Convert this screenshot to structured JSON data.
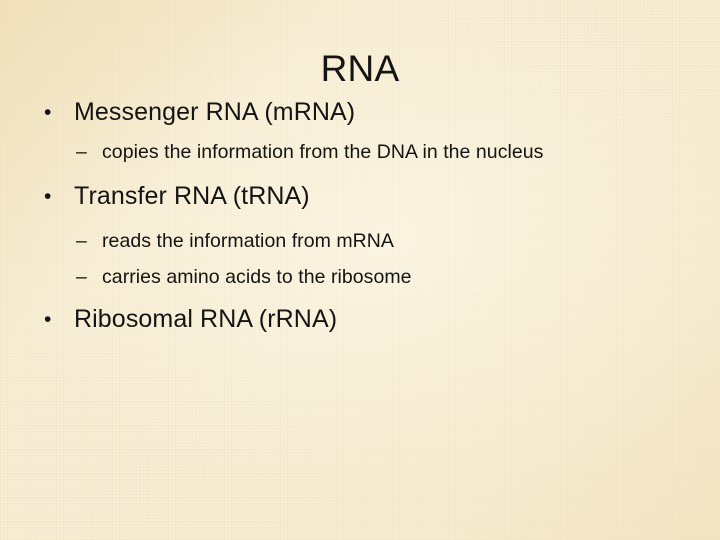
{
  "slide": {
    "title": "RNA",
    "background_color": "#f7ecd2",
    "text_color": "#141414",
    "bullet_marker": "•",
    "sub_bullet_marker": "–",
    "content": [
      {
        "level": 1,
        "marker": "•",
        "text": "Messenger RNA (mRNA)"
      },
      {
        "level": 2,
        "marker": "–",
        "text": "copies the information from the DNA in the nucleus"
      },
      {
        "level": 1,
        "marker": "•",
        "text": "Transfer RNA (tRNA)"
      },
      {
        "level": 2,
        "marker": "–",
        "text": "reads the information from mRNA"
      },
      {
        "level": 2,
        "marker": "–",
        "text": "carries amino acids to the ribosome"
      },
      {
        "level": 1,
        "marker": "•",
        "text": "Ribosomal RNA (rRNA)"
      }
    ]
  }
}
